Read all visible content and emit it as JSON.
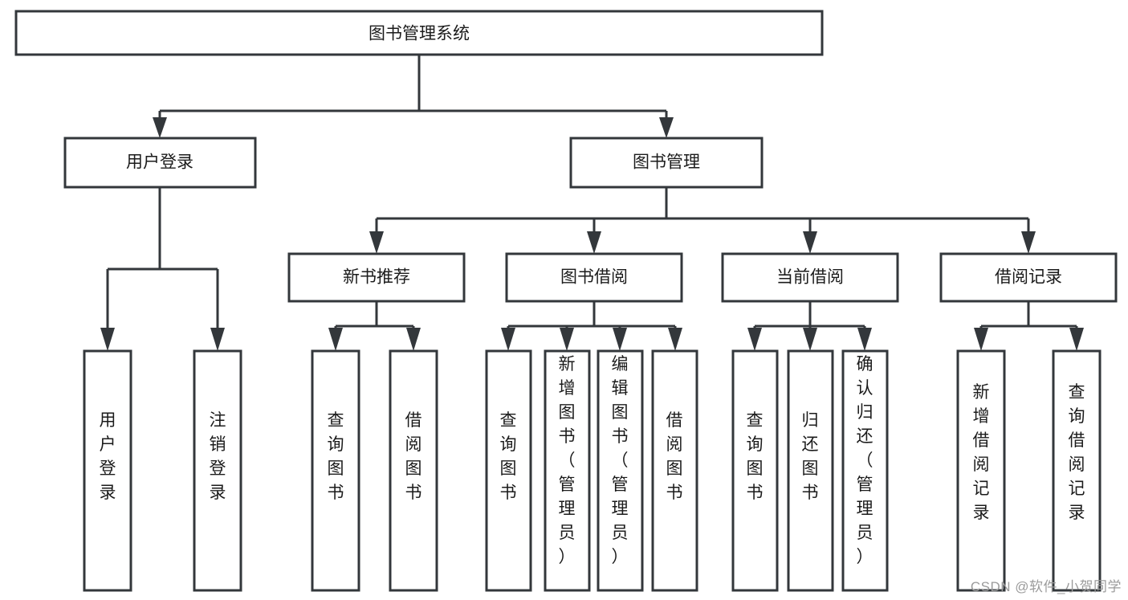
{
  "diagram": {
    "title": "图书管理系统",
    "watermark": "CSDN @软件_小贺同学",
    "colors": {
      "stroke": "#33373b",
      "fill": "#ffffff",
      "text": "#1b1b1b",
      "watermark": "#9b9b9b"
    },
    "nodes": {
      "root": "图书管理系统",
      "user_login": "用户登录",
      "book_manage": "图书管理",
      "new_book_rec": "新书推荐",
      "book_borrow": "图书借阅",
      "current_borrow": "当前借阅",
      "borrow_record": "借阅记录",
      "leaf_user_login": "用户登录",
      "leaf_logout": "注销登录",
      "leaf_query_book_1": "查询图书",
      "leaf_borrow_book_1": "借阅图书",
      "leaf_query_book_2": "查询图书",
      "leaf_add_book_admin": "新增图书（管理员）",
      "leaf_edit_book_admin": "编辑图书（管理员）",
      "leaf_borrow_book_2": "借阅图书",
      "leaf_query_book_3": "查询图书",
      "leaf_return_book": "归还图书",
      "leaf_confirm_return_admin": "确认归还（管理员）",
      "leaf_add_record": "新增借阅记录",
      "leaf_query_record": "查询借阅记录"
    }
  },
  "chart_data": {
    "type": "diagram",
    "subtype": "tree-hierarchy",
    "title": "图书管理系统",
    "orientation": "top-down",
    "levels": 4,
    "tree": {
      "label": "图书管理系统",
      "children": [
        {
          "label": "用户登录",
          "children": [
            {
              "label": "用户登录",
              "children": []
            },
            {
              "label": "注销登录",
              "children": []
            }
          ]
        },
        {
          "label": "图书管理",
          "children": [
            {
              "label": "新书推荐",
              "children": [
                {
                  "label": "查询图书",
                  "children": []
                },
                {
                  "label": "借阅图书",
                  "children": []
                }
              ]
            },
            {
              "label": "图书借阅",
              "children": [
                {
                  "label": "查询图书",
                  "children": []
                },
                {
                  "label": "新增图书（管理员）",
                  "children": []
                },
                {
                  "label": "编辑图书（管理员）",
                  "children": []
                },
                {
                  "label": "借阅图书",
                  "children": []
                }
              ]
            },
            {
              "label": "当前借阅",
              "children": [
                {
                  "label": "查询图书",
                  "children": []
                },
                {
                  "label": "归还图书",
                  "children": []
                },
                {
                  "label": "确认归还（管理员）",
                  "children": []
                }
              ]
            },
            {
              "label": "借阅记录",
              "children": [
                {
                  "label": "新增借阅记录",
                  "children": []
                },
                {
                  "label": "查询借阅记录",
                  "children": []
                }
              ]
            }
          ]
        }
      ]
    }
  }
}
